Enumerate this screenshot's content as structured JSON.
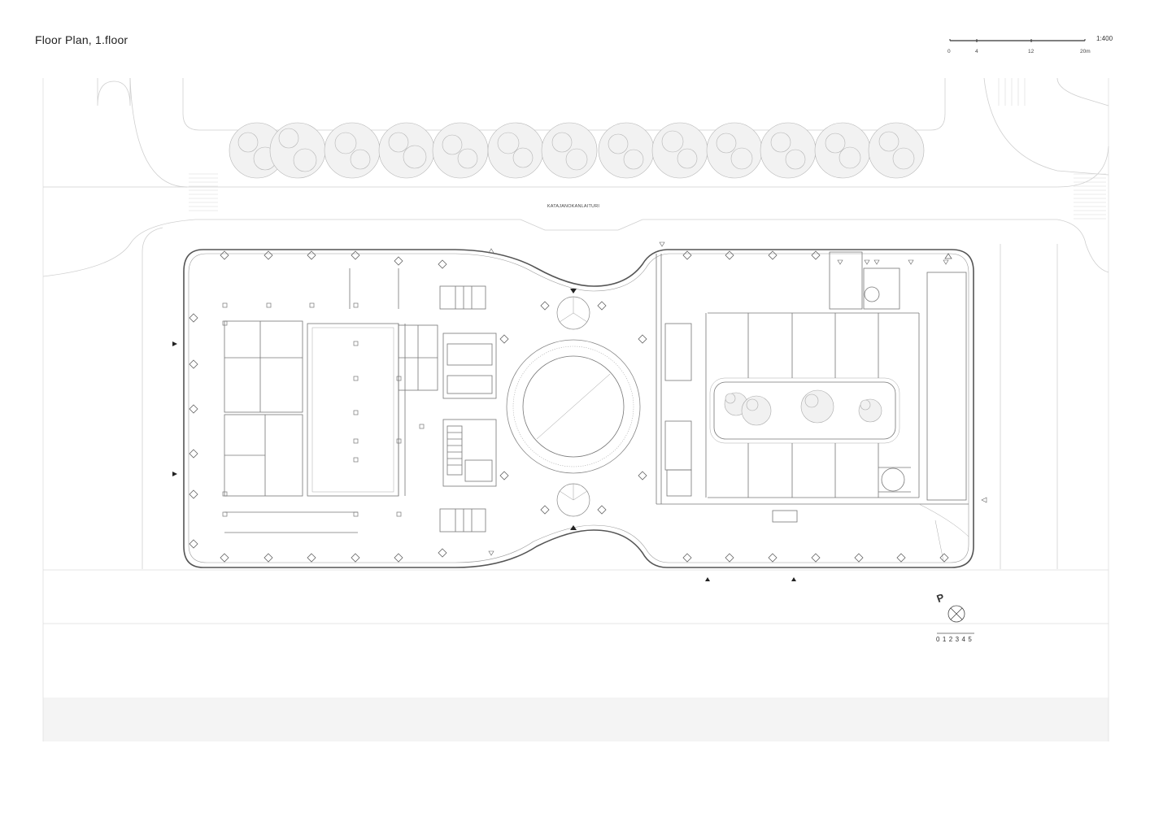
{
  "sheet": {
    "title": "Floor Plan, 1.floor"
  },
  "scale": {
    "ratio": "1:400",
    "ticks": [
      "0",
      "4",
      "12",
      "20m"
    ]
  },
  "site": {
    "street_name": "KATAJANOKANLAITURI",
    "north_marker": "P",
    "small_scale_numbers": "0 1 2 3 4 5"
  },
  "colors": {
    "line": "#8a8a8a",
    "line_light": "#c8c8c8",
    "wall": "#555555",
    "ground_band": "#f4f4f4",
    "background": "#ffffff"
  }
}
